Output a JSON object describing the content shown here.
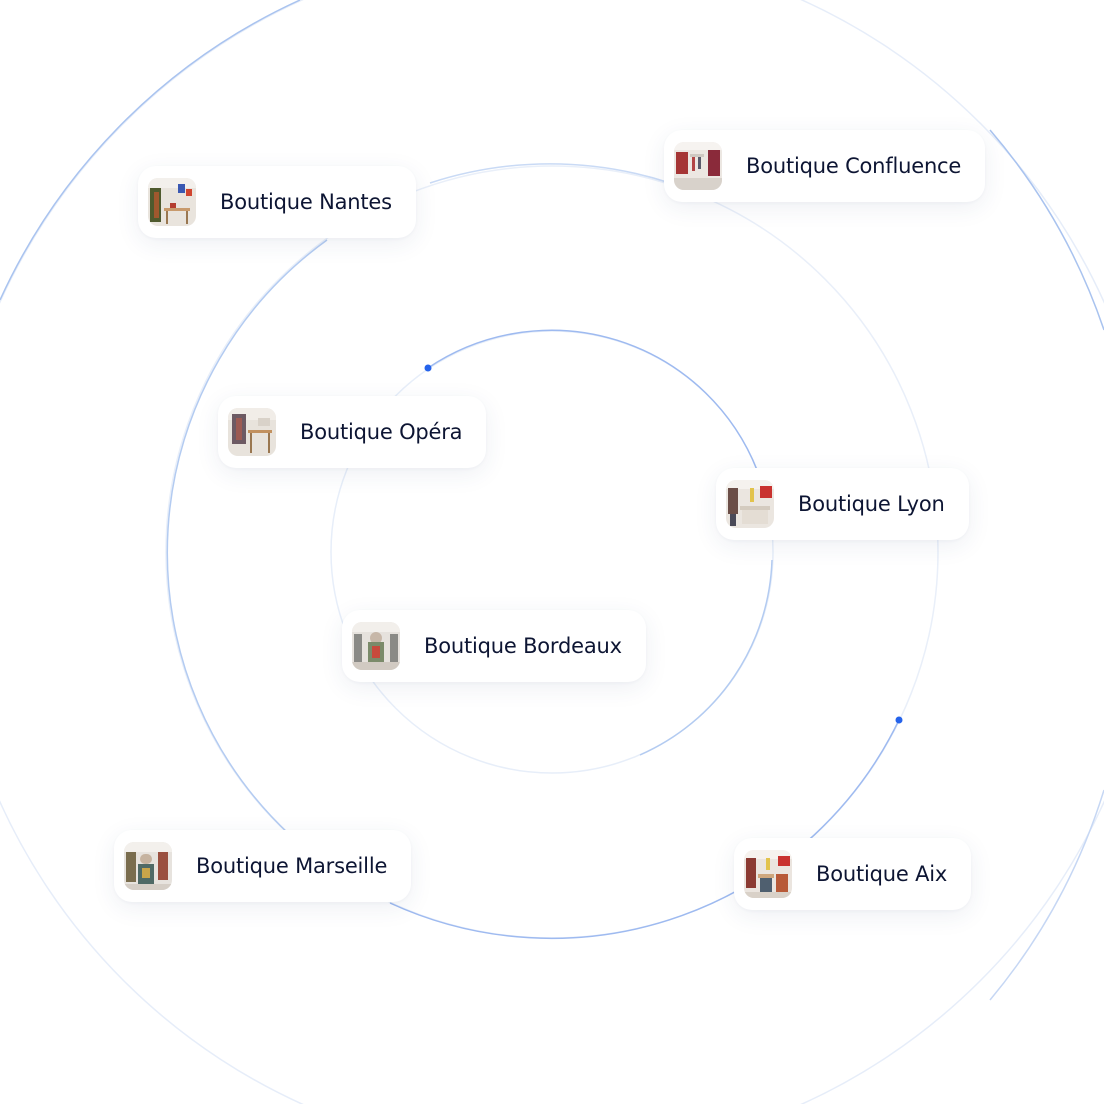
{
  "colors": {
    "ring_light": "#e3ebf9",
    "ring_accent": "#9fbcef",
    "dot": "#2563eb",
    "label": "#0d1533"
  },
  "boutiques": [
    {
      "label": "Boutique Nantes",
      "icon": "boutique-photo-icon"
    },
    {
      "label": "Boutique Confluence",
      "icon": "boutique-photo-icon"
    },
    {
      "label": "Boutique Opéra",
      "icon": "boutique-photo-icon"
    },
    {
      "label": "Boutique Lyon",
      "icon": "boutique-photo-icon"
    },
    {
      "label": "Boutique Bordeaux",
      "icon": "boutique-photo-icon"
    },
    {
      "label": "Boutique Marseille",
      "icon": "boutique-photo-icon"
    },
    {
      "label": "Boutique Aix",
      "icon": "boutique-photo-icon"
    }
  ]
}
